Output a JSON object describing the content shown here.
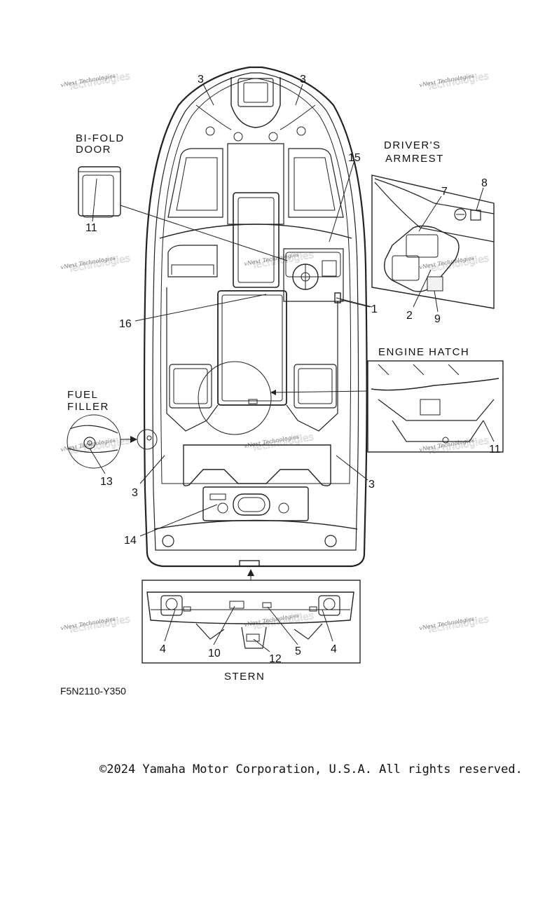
{
  "captions": {
    "bifold": [
      "BI-FOLD",
      "DOOR"
    ],
    "armrest": [
      "DRIVER'S",
      "ARMREST"
    ],
    "engine_hatch": "ENGINE HATCH",
    "fuel": [
      "FUEL",
      "FILLER"
    ],
    "stern": "STERN"
  },
  "callouts": {
    "c3_bow_left": "3",
    "c3_bow_right": "3",
    "c15": "15",
    "c11_bifold": "11",
    "c7": "7",
    "c8": "8",
    "c2": "2",
    "c9": "9",
    "c1": "1",
    "c16": "16",
    "c11_hatch": "11",
    "c13": "13",
    "c3_side_left": "3",
    "c3_side_right": "3",
    "c14": "14",
    "c4_left": "4",
    "c10": "10",
    "c12": "12",
    "c5": "5",
    "c4_right": "4"
  },
  "watermark": "vNext Technologies",
  "diagram_code": "F5N2110-Y350",
  "copyright": "©2024 Yamaha Motor Corporation, U.S.A. All rights reserved."
}
